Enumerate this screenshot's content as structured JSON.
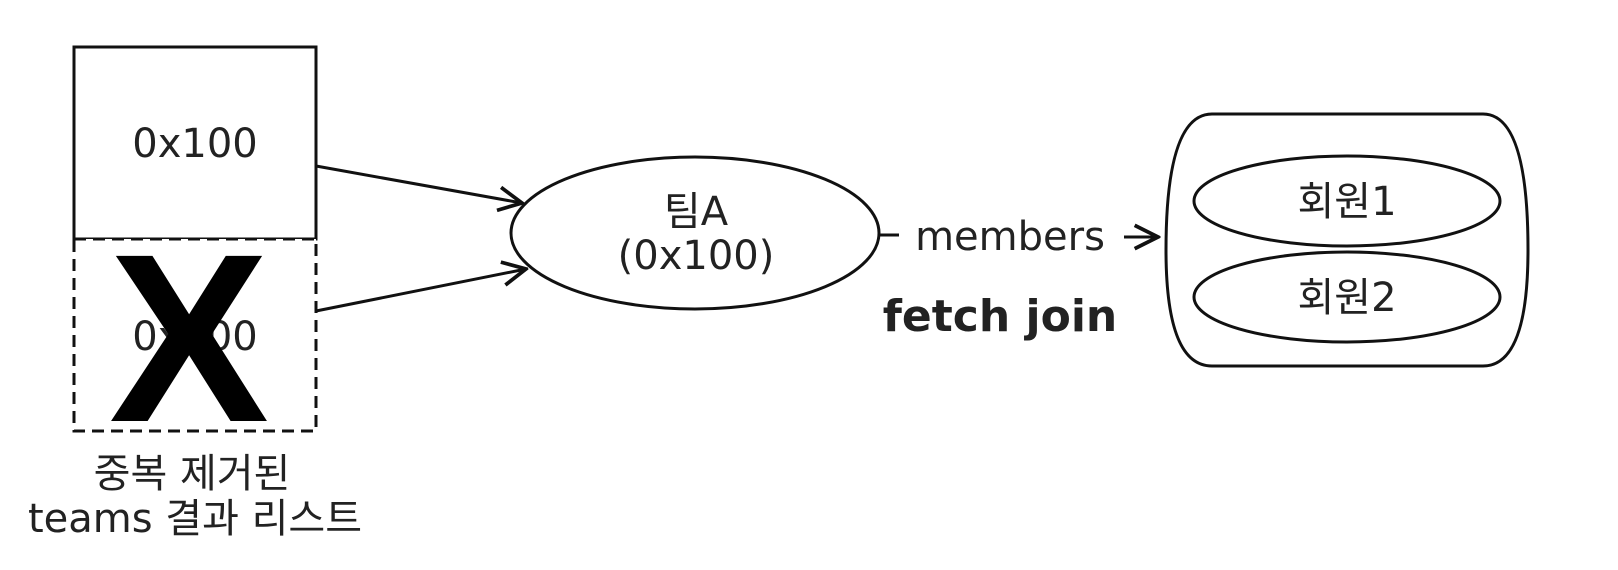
{
  "result_list": {
    "first_address": "0x100",
    "second_address": "0x100",
    "removed_mark": "X",
    "caption_line1": "중복 제거된",
    "caption_line2": "teams 결과 리스트"
  },
  "team": {
    "name": "팀A",
    "address": "(0x100)"
  },
  "relation": {
    "label": "members",
    "join_label": "fetch join"
  },
  "members_collection": {
    "items": [
      "회원1",
      "회원2"
    ]
  }
}
